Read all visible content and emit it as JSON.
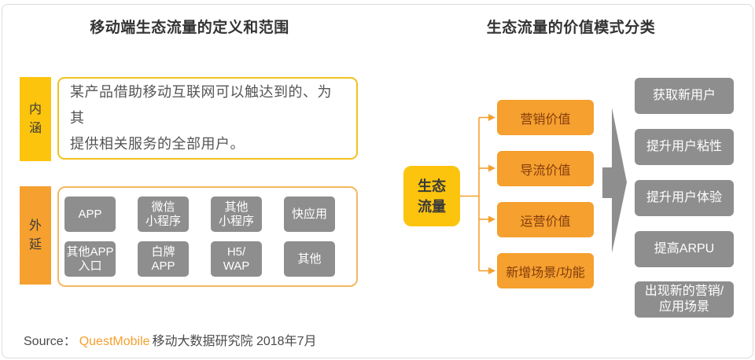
{
  "left_panel": {
    "title": "移动端生态流量的定义和范围",
    "connotation": {
      "label": "内\n涵",
      "text": "某产品借助移动互联网可以触达到的、为其\n提供相关服务的全部用户。"
    },
    "extension": {
      "label": "外\n延",
      "items": [
        "APP",
        "微信\n小程序",
        "其他\n小程序",
        "快应用",
        "其他APP\n入口",
        "白牌\nAPP",
        "H5/\nWAP",
        "其他"
      ]
    }
  },
  "right_panel": {
    "title": "生态流量的价值模式分类",
    "root_label": "生态\n流量",
    "value_modes": [
      "营销价值",
      "导流价值",
      "运营价值",
      "新增场景/功能"
    ],
    "outcomes": [
      "获取新用户",
      "提升用户粘性",
      "提升用户体验",
      "提高ARPU",
      "出现新的营销/\n应用场景"
    ]
  },
  "source": {
    "prefix": "Source：",
    "brand": "QuestMobile",
    "suffix": "移动大数据研究院 2018年7月"
  },
  "colors": {
    "yellow": "#FCC40D",
    "orange": "#F5A02F",
    "gray_box": "#8E8E8E",
    "value_text_dark": "#843C0C",
    "title_text": "#333333",
    "border_gray": "#DCDCDC"
  }
}
